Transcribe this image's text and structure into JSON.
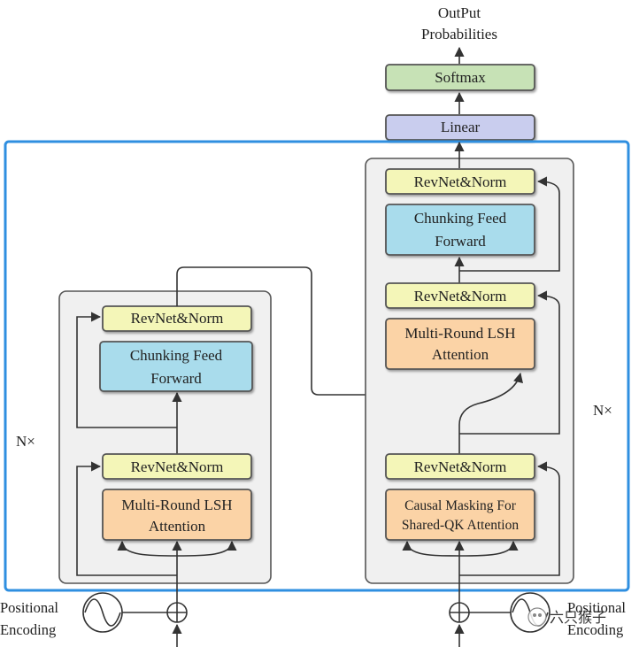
{
  "output_label_line1": "OutPut",
  "output_label_line2": "Probabilities",
  "softmax_label": "Softmax",
  "linear_label": "Linear",
  "nx_left": "N×",
  "nx_right": "N×",
  "encoder": {
    "revnorm_top": "RevNet&Norm",
    "chunk_ff_line1": "Chunking Feed",
    "chunk_ff_line2": "Forward",
    "revnorm_bottom": "RevNet&Norm",
    "lsh_line1": "Multi-Round LSH",
    "lsh_line2": "Attention"
  },
  "decoder": {
    "revnorm_top": "RevNet&Norm",
    "chunk_ff_line1": "Chunking Feed",
    "chunk_ff_line2": "Forward",
    "revnorm_mid": "RevNet&Norm",
    "lsh_line1": "Multi-Round LSH",
    "lsh_line2": "Attention",
    "revnorm_bottom": "RevNet&Norm",
    "causal_line1": "Causal Masking For",
    "causal_line2": "Shared-QK Attention"
  },
  "pos_enc_left_line1": "Positional",
  "pos_enc_left_line2": "Encoding",
  "pos_enc_right_line1": "Positional",
  "pos_enc_right_line2": "Encoding",
  "watermark": "六只猴子",
  "colors": {
    "frame_blue": "#2f8fe0",
    "revnorm_fill": "#f4f6b8",
    "feedforward_fill": "#a9dcec",
    "attention_fill": "#fbd3a6",
    "softmax_fill": "#c7e2b6",
    "linear_fill": "#c9cdee",
    "stack_fill": "#f0f0f0"
  }
}
